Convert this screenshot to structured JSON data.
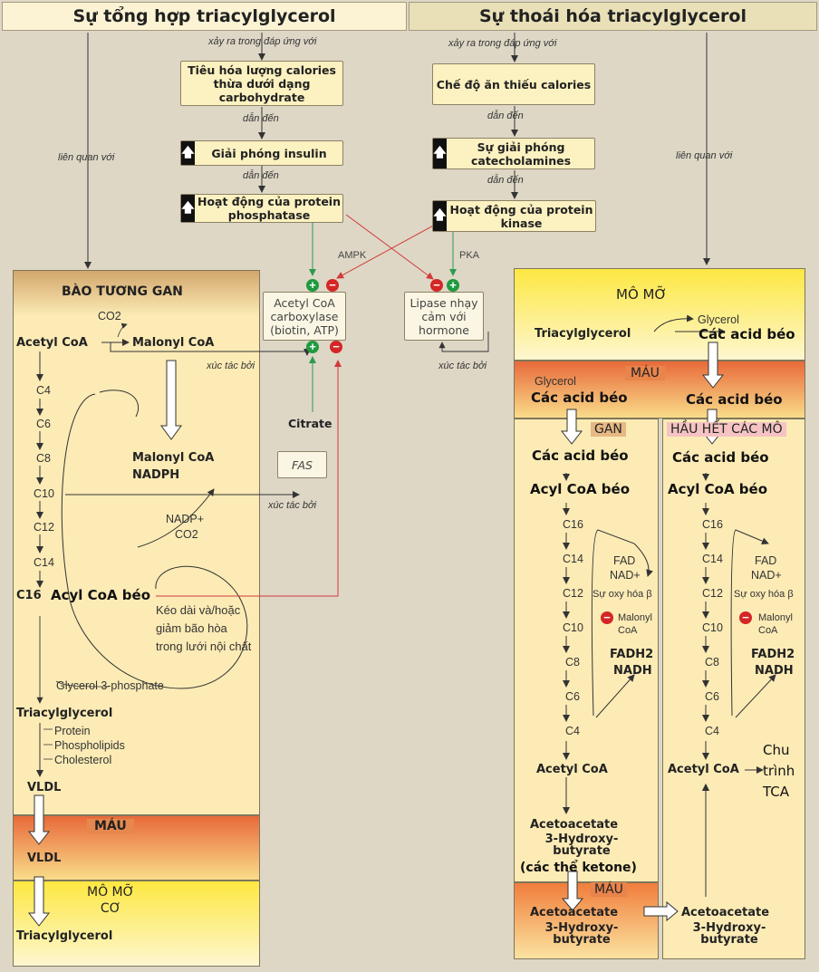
{
  "headers": {
    "left": "Sự tổng hợp triacylglycerol",
    "right": "Sự thoái hóa triacylglycerol"
  },
  "links": {
    "occurs": "xảy ra trong đáp ứng với",
    "leads": "dẫn đến",
    "related": "liên quan với",
    "catalyzed": "xúc tác bởi"
  },
  "synthesis_flow": {
    "stimulus": "Tiêu hóa lượng calories thừa dưới dạng carbohydrate",
    "insulin": "Giải phóng insulin",
    "phosphatase": "Hoạt động của protein phosphatase"
  },
  "degradation_flow": {
    "stimulus": "Chế độ ăn thiếu calories",
    "catecholamines": "Sự giải phóng catecholamines",
    "kinase": "Hoạt động của protein kinase"
  },
  "icons": {
    "up": "up-arrow-icon"
  },
  "colors": {
    "activation": "#1f9a3f",
    "inhibition": "#d42626"
  },
  "signals": {
    "ampk": "AMPK",
    "pka": "PKA"
  },
  "enzymes": {
    "acc": "Acetyl CoA carboxylase (biotin, ATP)",
    "lipase": "Lipase nhạy cảm với hormone",
    "fas": "FAS",
    "citrate": "Citrate"
  },
  "liver": {
    "title": "BÀO TƯƠNG GAN",
    "co2": "CO2",
    "acetyl_coa": "Acetyl CoA",
    "malonyl_coa": "Malonyl CoA",
    "malonyl_coa2": "Malonyl CoA",
    "nadph": "NADPH",
    "nadp": "NADP+",
    "co2b": "CO2",
    "chain": [
      "C4",
      "C6",
      "C8",
      "C10",
      "C12",
      "C14"
    ],
    "c16": "C16",
    "acyl_coa": "Acyl CoA béo",
    "elongation": "Kéo dài và/hoặc giảm bão hòa trong lưới nội chất",
    "glycerol3p": "Glycerol 3-phosphate",
    "triacylglycerol": "Triacylglycerol",
    "components": [
      "Protein",
      "Phospholipids",
      "Cholesterol"
    ],
    "vldl": "VLDL"
  },
  "left_blood": {
    "title": "MÁU",
    "vldl": "VLDL"
  },
  "left_tissue": {
    "title": "MÔ MỠ\nCƠ",
    "triacylglycerol": "Triacylglycerol"
  },
  "adipose": {
    "title": "MÔ MỠ",
    "triacylglycerol": "Triacylglycerol",
    "glycerol": "Glycerol",
    "fatty_acids": "Các acid béo"
  },
  "right_blood": {
    "title": "MÁU",
    "glycerol": "Glycerol",
    "fa_left": "Các acid béo",
    "fa_right": "Các acid béo"
  },
  "liver_beta": {
    "title": "GAN",
    "fatty_acids": "Các acid béo",
    "acyl_coa": "Acyl CoA béo",
    "chain": [
      "C16",
      "C14",
      "C12",
      "C10",
      "C8",
      "C6",
      "C4"
    ],
    "fad": "FAD",
    "nad": "NAD+",
    "beta": "Sự oxy hóa β",
    "malonyl": "Malonyl CoA",
    "fadh2": "FADH2",
    "nadh": "NADH",
    "acetyl_coa": "Acetyl CoA",
    "acetoacetate": "Acetoacetate",
    "hydroxy": "3-Hydroxy-butyrate",
    "ketone": "(các thể ketone)"
  },
  "tissues": {
    "title": "HẦU HẾT CÁC MÔ",
    "fatty_acids": "Các acid béo",
    "acyl_coa": "Acyl CoA béo",
    "chain": [
      "C16",
      "C14",
      "C12",
      "C10",
      "C8",
      "C6",
      "C4"
    ],
    "fad": "FAD",
    "nad": "NAD+",
    "beta": "Sự oxy hóa β",
    "malonyl": "Malonyl CoA",
    "fadh2": "FADH2",
    "nadh": "NADH",
    "acetyl_coa": "Acetyl CoA",
    "tca": "Chu trình TCA",
    "acetoacetate": "Acetoacetate",
    "hydroxy": "3-Hydroxy-butyrate"
  },
  "bottom_blood": {
    "title": "MÁU",
    "acetoacetate": "Acetoacetate",
    "hydroxy": "3-Hydroxy-butyrate"
  }
}
